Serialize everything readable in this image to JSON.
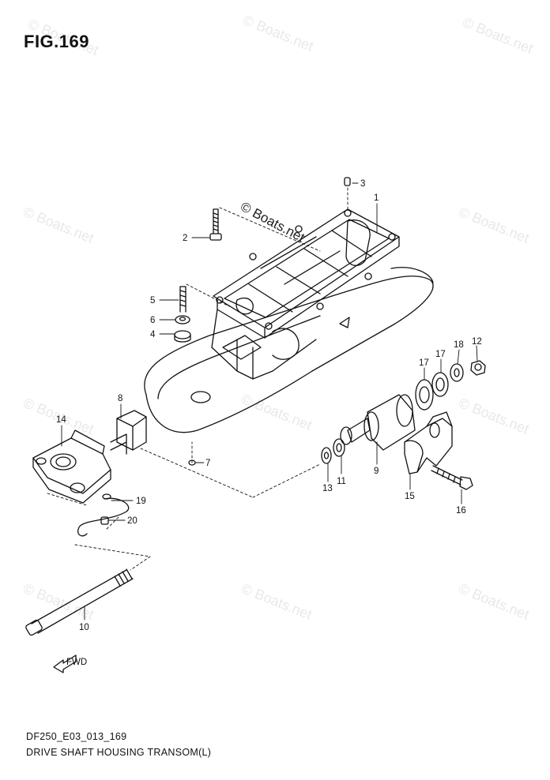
{
  "figure": {
    "title": "FIG.169",
    "diagram_code": "DF250_E03_013_169",
    "caption": "DRIVE SHAFT HOUSING TRANSOM(L)"
  },
  "watermark": {
    "center_text": "© Boats.net",
    "repeat_text": "© Boats.net"
  },
  "fwd_arrow_text": "FWD",
  "callouts": [
    "1",
    "2",
    "3",
    "4",
    "5",
    "6",
    "7",
    "8",
    "9",
    "10",
    "11",
    "12",
    "13",
    "14",
    "15",
    "16",
    "17",
    "17",
    "18",
    "19",
    "20"
  ]
}
